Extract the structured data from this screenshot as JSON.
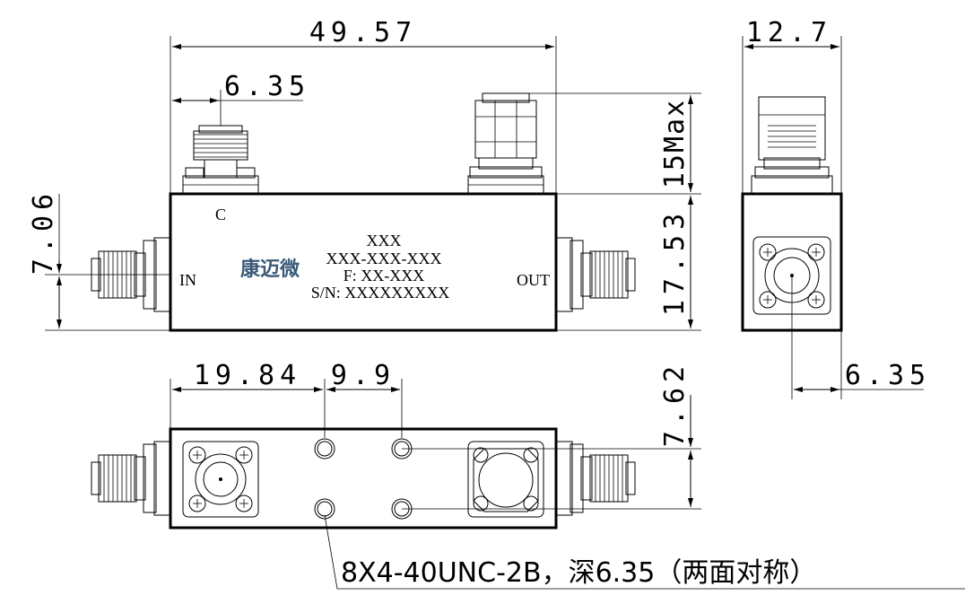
{
  "dimensions": {
    "overall_length": "49.57",
    "side_width": "12.7",
    "coupled_port_offset": "6.35",
    "connector_height": "15Max",
    "body_height": "17.53",
    "port_height": "7.06",
    "side_port_offset": "6.35",
    "hole_offset_1": "19.84",
    "hole_pitch": "9.9",
    "bottom_port_offset": "7.62"
  },
  "labels": {
    "coupled_port": "C",
    "input_port": "IN",
    "output_port": "OUT",
    "logo": "康迈微",
    "line1": "XXX",
    "line2": "XXX-XXX-XXX",
    "line3": "F: XX-XXX",
    "line4": "S/N: XXXXXXXXX"
  },
  "note": "8X4-40UNC-2B，深6.35（两面对称）"
}
